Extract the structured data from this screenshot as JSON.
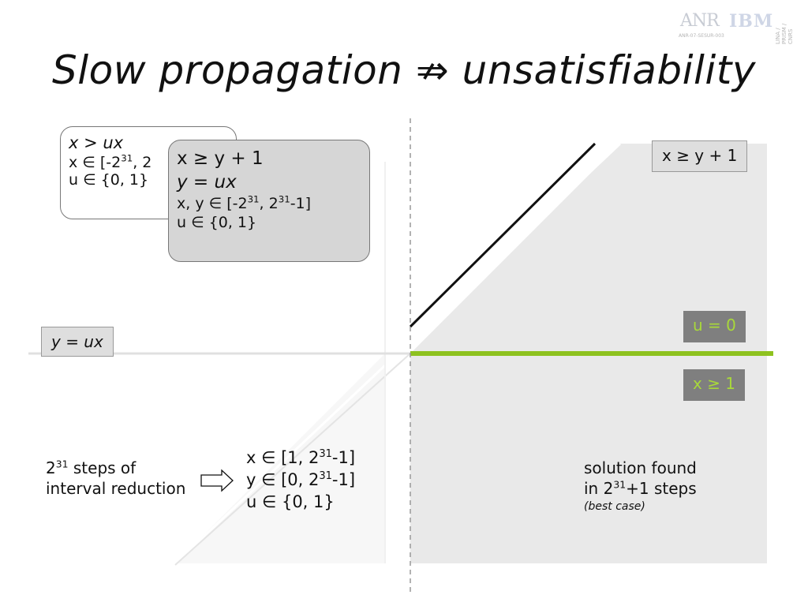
{
  "title": "Slow propagation ⇏ unsatisfiability",
  "logo": {
    "anr": "ANR",
    "ibm": "IBM",
    "sub": "ANR-07-SESUR-003",
    "vert": "LINA / PRISM / CNRS"
  },
  "card_back": {
    "line1": "x > ux",
    "line2_pre": "x ∈ [-2",
    "line2_sup": "31",
    "line2_post": ", 2",
    "line3": "u ∈ {0, 1}"
  },
  "card_front": {
    "line1": "x ≥ y + 1",
    "line2": "y = ux",
    "line3_pre": "x, y ∈ [-2",
    "line3_sup1": "31",
    "line3_mid": ", 2",
    "line3_sup2": "31",
    "line3_post": "-1]",
    "line4": "u ∈ {0, 1}"
  },
  "labels": {
    "xy": "x ≥ y + 1",
    "yux": "y = ux",
    "u0": "u = 0",
    "x1": "x ≥ 1"
  },
  "steps": {
    "base": "2",
    "sup": "31",
    "line1": " steps of",
    "line2": "interval reduction"
  },
  "result": {
    "x_pre": "x ∈ [1, 2",
    "x_sup": "31",
    "x_post": "-1]",
    "y_pre": "y ∈ [0, 2",
    "y_sup": "31",
    "y_post": "-1]",
    "u": "u ∈ {0, 1}"
  },
  "solution": {
    "line1": "solution found",
    "line2_pre": "in 2",
    "line2_sup": "31",
    "line2_post": "+1 steps",
    "note": "(best case)"
  },
  "colors": {
    "accent_green": "#8ec21f",
    "label_fill": "#7f7f7f",
    "region": "#e9e9e9"
  }
}
